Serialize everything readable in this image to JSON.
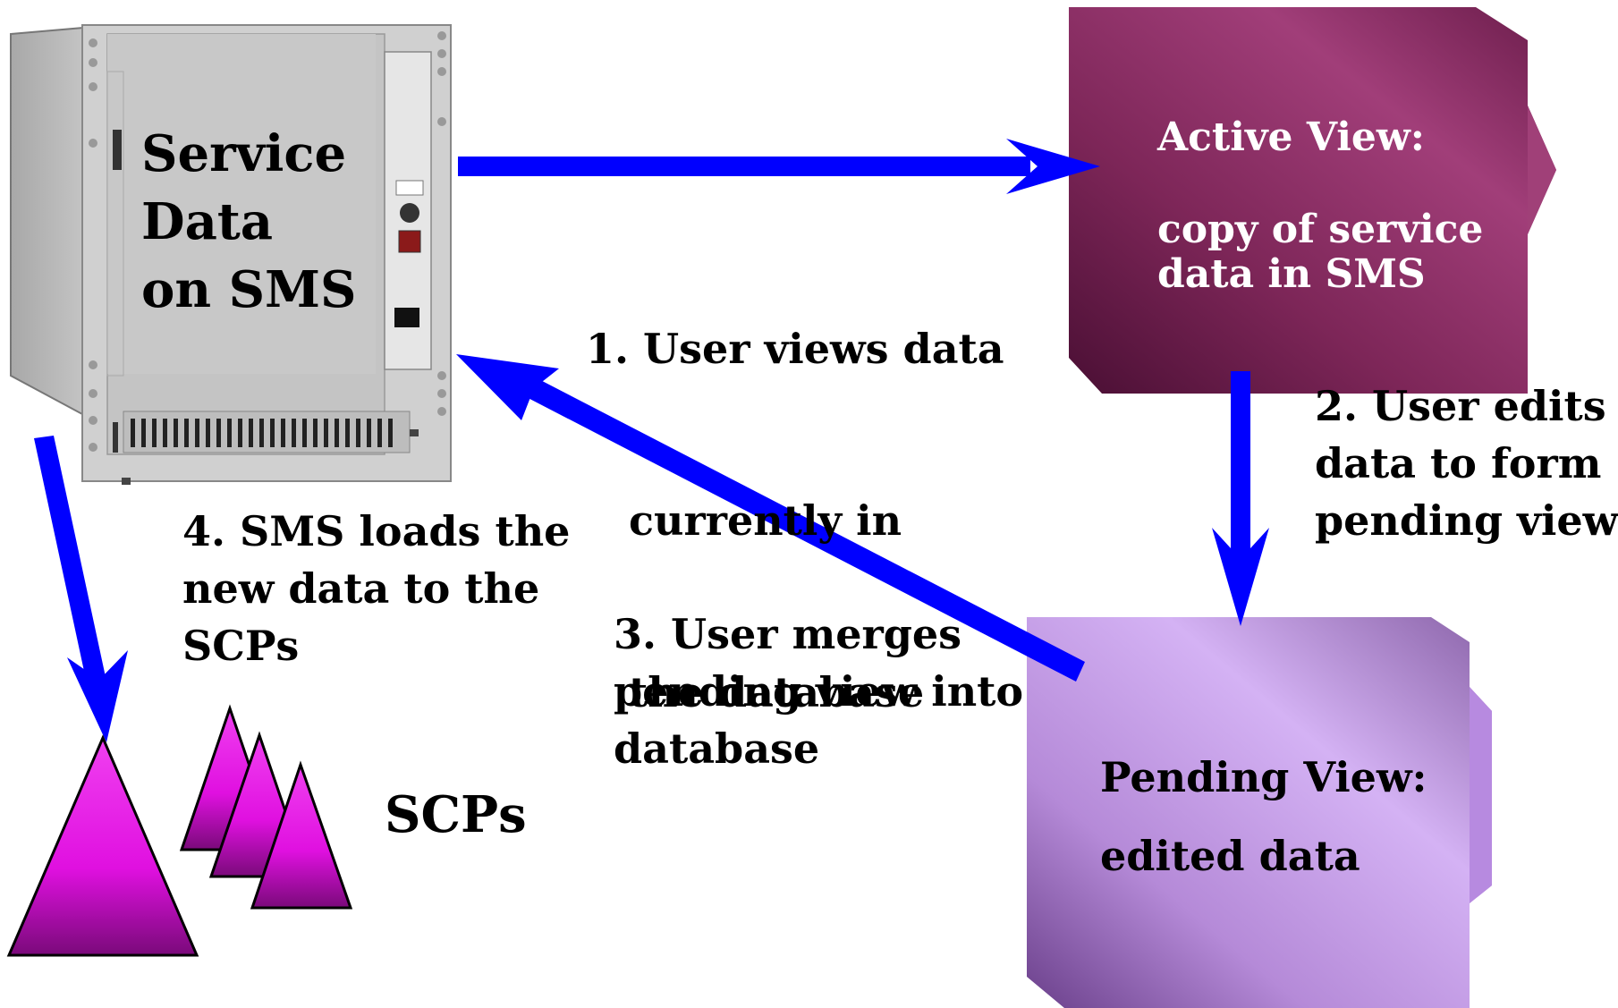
{
  "server": {
    "label_lines": [
      "Service",
      "Data",
      "on SMS"
    ]
  },
  "active_view": {
    "title": "Active View:",
    "body_lines": [
      "copy of service",
      "data in SMS"
    ],
    "fill": "#8a2e62"
  },
  "pending_view": {
    "title": "Pending View:",
    "body": "edited data",
    "fill": "#c9a1ee"
  },
  "steps": {
    "step1": [
      "1. User views data",
      "   currently in",
      "   the database"
    ],
    "step2": [
      "2. User edits",
      "data to form",
      "pending view"
    ],
    "step3": [
      "3. User merges",
      "pending view into",
      "database"
    ],
    "step4": [
      "4. SMS loads the",
      "new data to the",
      "SCPs"
    ]
  },
  "scps_label": "SCPs",
  "colors": {
    "arrow": "#0000ff",
    "scp_fill": "#e020e0",
    "server_body": "#c8c8c8"
  }
}
